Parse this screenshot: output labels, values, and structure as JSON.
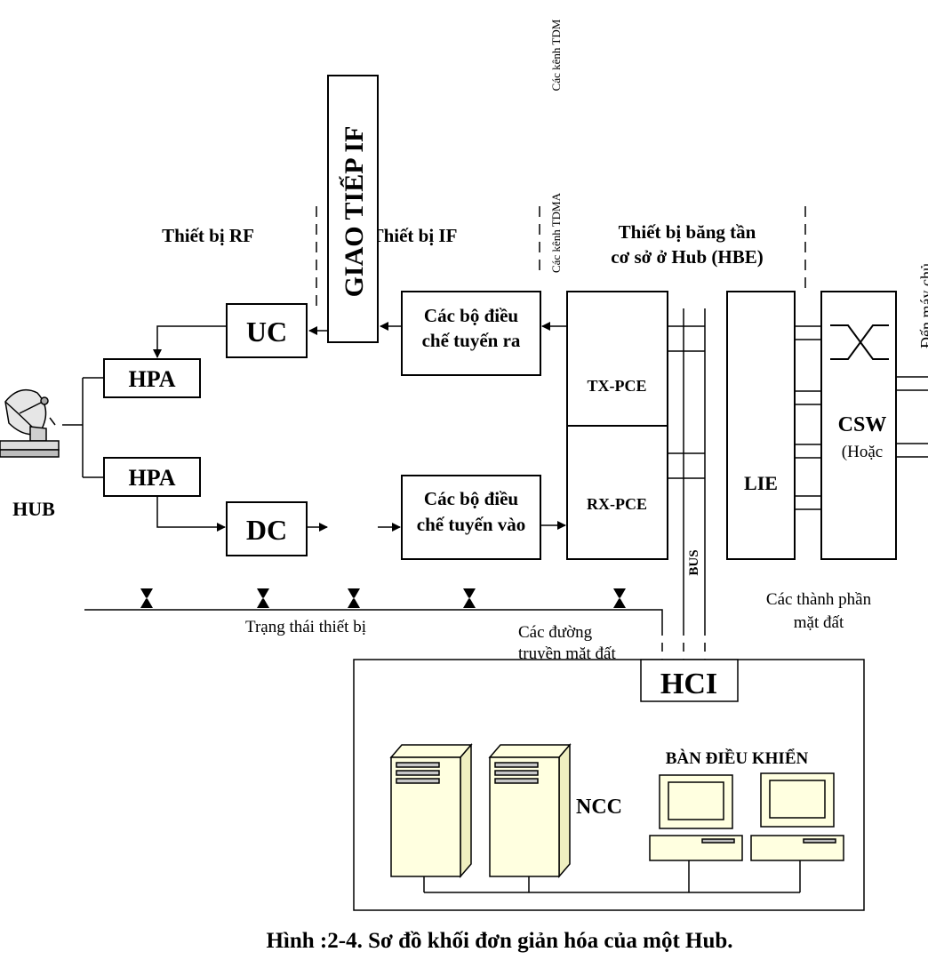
{
  "caption": "Hình :2-4. Sơ đồ khối đơn giản hóa của một Hub.",
  "sections": {
    "rf": "Thiết bị RF",
    "if": "Thiết bị IF",
    "hbe_line1": "Thiết bị băng tần",
    "hbe_line2": "cơ sở ở Hub (HBE)"
  },
  "blocks": {
    "giao_tiep_if": "GIAO TIẾP IF",
    "uc": "UC",
    "dc": "DC",
    "hpa_top": "HPA",
    "hpa_bottom": "HPA",
    "mod_out_line1": "Các bộ điều",
    "mod_out_line2": "chế tuyến ra",
    "mod_in_line1": "Các bộ điều",
    "mod_in_line2": "chế tuyến vào",
    "tx_pce": "TX-PCE",
    "rx_pce": "RX-PCE",
    "lie": "LIE",
    "csw": "CSW",
    "csw_sub": "(Hoặc",
    "hci": "HCI",
    "ncc": "NCC",
    "console": "BÀN ĐIỀU KHIỂN",
    "bus": "BUS",
    "hub": "HUB"
  },
  "labels": {
    "tdm_channels": "Các kênh TDM",
    "tdma_channels": "Các kênh TDMA",
    "right_edge": "Đến máy chủ",
    "device_status": "Trạng thái thiết bị",
    "terrestrial_line1": "Các đường",
    "terrestrial_line2": "truyền mặt đất",
    "ground_line1": "Các thành phần",
    "ground_line2": "mặt đất"
  }
}
